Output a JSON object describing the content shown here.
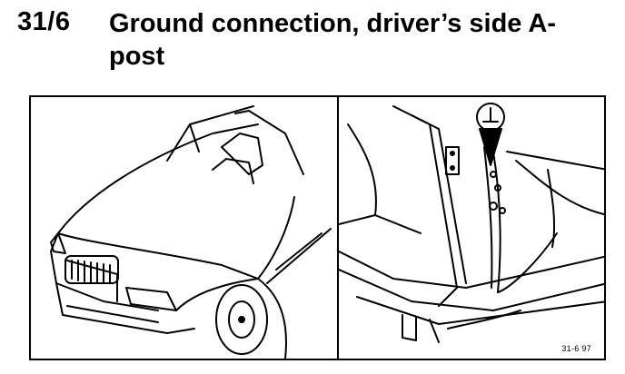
{
  "section": {
    "number": "31/6",
    "title": "Ground connection, driver’s side A-post"
  },
  "figure": {
    "code": "31-6 97",
    "symbol": "ground-symbol"
  }
}
